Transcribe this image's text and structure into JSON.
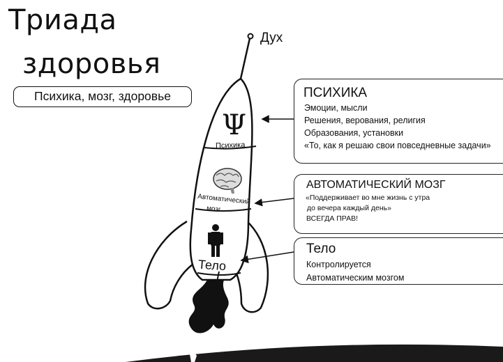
{
  "title": {
    "line1": "Триада",
    "line2": "здоровья"
  },
  "subtitle": "Психика, мозг, здоровье",
  "spirit_label": "Дух",
  "rocket": {
    "psyche_symbol": "Ψ",
    "psyche_label": "Психика",
    "brain_label_line1": "Автоматический",
    "brain_label_line2": "мозг",
    "body_label": "Тело"
  },
  "boxes": {
    "psyche": {
      "heading": "ПСИХИКА",
      "lines": [
        "Эмоции, мысли",
        "Решения, верования, религия",
        "Образования, установки",
        "«То, как я решаю свои повседневные задачи»"
      ]
    },
    "brain": {
      "heading": "АВТОМАТИЧЕСКИЙ МОЗГ",
      "lines": [
        "«Поддерживает во мне жизнь с утра",
        "до вечера каждый день»",
        "ВСЕГДА ПРАВ!"
      ]
    },
    "body": {
      "heading": "Тело",
      "lines": [
        "Контролируется",
        "Автоматическим мозгом"
      ]
    }
  },
  "colors": {
    "ink": "#111111",
    "background": "#ffffff",
    "ground": "#1a1a1a"
  }
}
